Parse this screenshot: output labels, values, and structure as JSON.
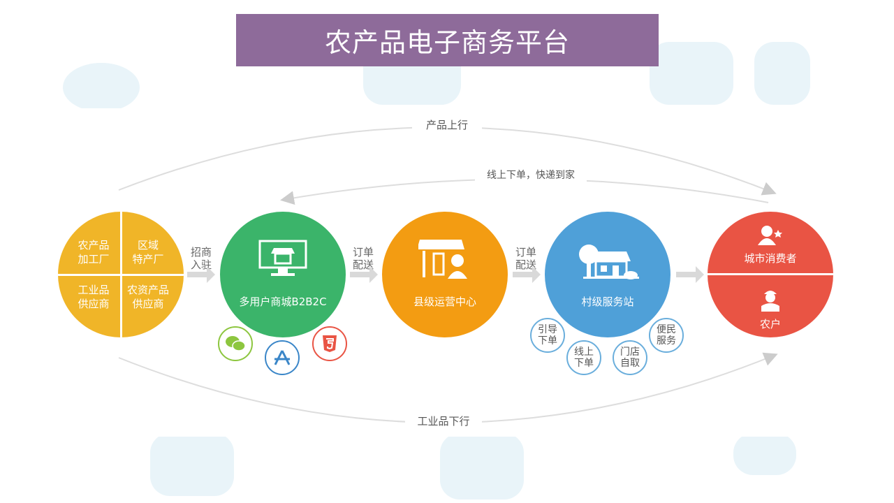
{
  "title": "农产品电子商务平台",
  "flows": {
    "top": "产品上行",
    "inner": "线上下单，快递到家",
    "bottom": "工业品下行"
  },
  "suppliers": [
    {
      "label": [
        "农产品",
        "加工厂"
      ]
    },
    {
      "label": [
        "区域",
        "特产厂"
      ]
    },
    {
      "label": [
        "工业品",
        "供应商"
      ]
    },
    {
      "label": [
        "农资产品",
        "供应商"
      ]
    }
  ],
  "arrows": [
    {
      "label": [
        "招商",
        "入驻"
      ]
    },
    {
      "label": [
        "订单",
        "配送"
      ]
    },
    {
      "label": [
        "订单",
        "配送"
      ]
    }
  ],
  "nodes": {
    "mall": "多用户商城B2B2C",
    "county": "县级运营中心",
    "village": "村级服务站",
    "consumer": "城市消费者",
    "farmer": "农户"
  },
  "channels": [
    "wechat",
    "app-store",
    "html5"
  ],
  "services": [
    [
      "引导",
      "下单"
    ],
    [
      "线上",
      "下单"
    ],
    [
      "门店",
      "自取"
    ],
    [
      "便民",
      "服务"
    ]
  ],
  "colors": {
    "title": "#8e6b9a",
    "yellow": "#f0b528",
    "green": "#3bb46a",
    "orange": "#f39c12",
    "blue": "#4fa0d8",
    "red": "#e95444"
  }
}
